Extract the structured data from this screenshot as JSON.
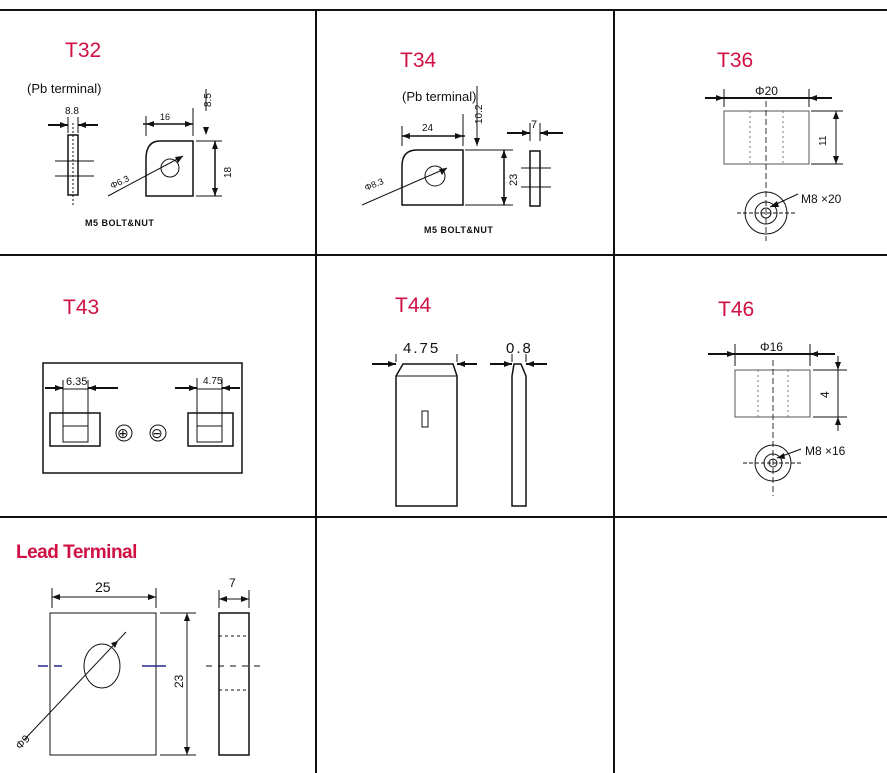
{
  "header": {
    "title_fragment": "y"
  },
  "terminals": [
    {
      "label": "T32",
      "note": "(Pb terminal)",
      "bolt": "M5 BOLT&NUT",
      "dims": {
        "thickness": "8.8",
        "width": "16",
        "height": "8.5",
        "side": "18",
        "hole": "Φ6.3"
      }
    },
    {
      "label": "T34",
      "note": "(Pb terminal)",
      "bolt": "M5 BOLT&NUT",
      "dims": {
        "width": "24",
        "height": "10.2",
        "thickness": "7",
        "side": "23",
        "hole": "Φ8.3"
      }
    },
    {
      "label": "T36",
      "dims": {
        "diameter": "Φ20",
        "height": "11",
        "bolt": "M8 ×20"
      }
    },
    {
      "label": "T43",
      "dims": {
        "left": "6.35",
        "right": "4.75"
      },
      "symbols": {
        "positive": "⊕",
        "negative": "⊖"
      }
    },
    {
      "label": "T44",
      "dims": {
        "width": "4.75",
        "thickness": "0.8"
      }
    },
    {
      "label": "T46",
      "dims": {
        "diameter": "Φ16",
        "height": "4",
        "bolt": "M8 ×16"
      }
    },
    {
      "label": "Lead Terminal",
      "dims": {
        "width": "25",
        "thickness": "7",
        "height": "23",
        "hole": "Φ9"
      }
    }
  ],
  "colors": {
    "label": "#d01043",
    "line": "#111111",
    "centerline": "#1e2a8c"
  }
}
